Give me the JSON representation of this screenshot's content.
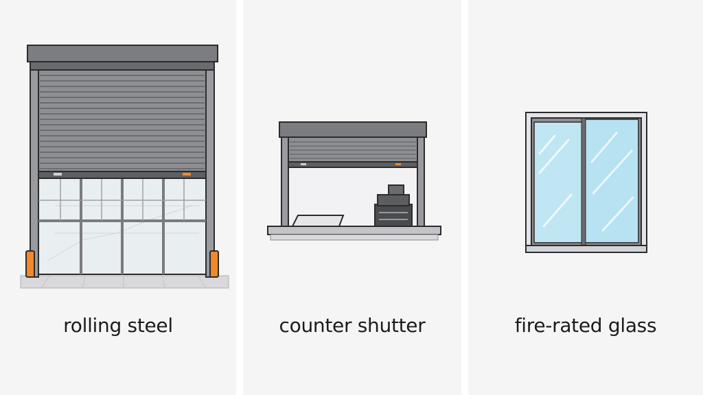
{
  "panels": [
    {
      "label": "rolling steel",
      "icon": "rolling-steel-door-icon"
    },
    {
      "label": "counter shutter",
      "icon": "counter-shutter-icon"
    },
    {
      "label": "fire-rated glass",
      "icon": "fire-rated-glass-window-icon"
    }
  ],
  "colors": {
    "background": "#f5f5f5",
    "steel": "#8e8f93",
    "steel_dark": "#5e5f63",
    "outline": "#2b2b2b",
    "glass": "#bfe6f2",
    "accent_orange": "#f0892a"
  }
}
